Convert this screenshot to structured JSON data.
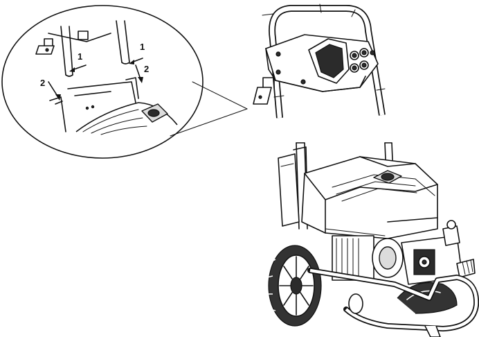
{
  "callouts": {
    "step_1_left": "1",
    "step_1_right": "1",
    "step_2_left": "2",
    "step_2_right": "2"
  },
  "colors": {
    "line": "#111111",
    "background": "#ffffff",
    "shade": "#dcdcdc"
  },
  "icons": [
    "arrow-down-icon",
    "arrow-diagonal-icon",
    "handle-bracket-icon"
  ]
}
